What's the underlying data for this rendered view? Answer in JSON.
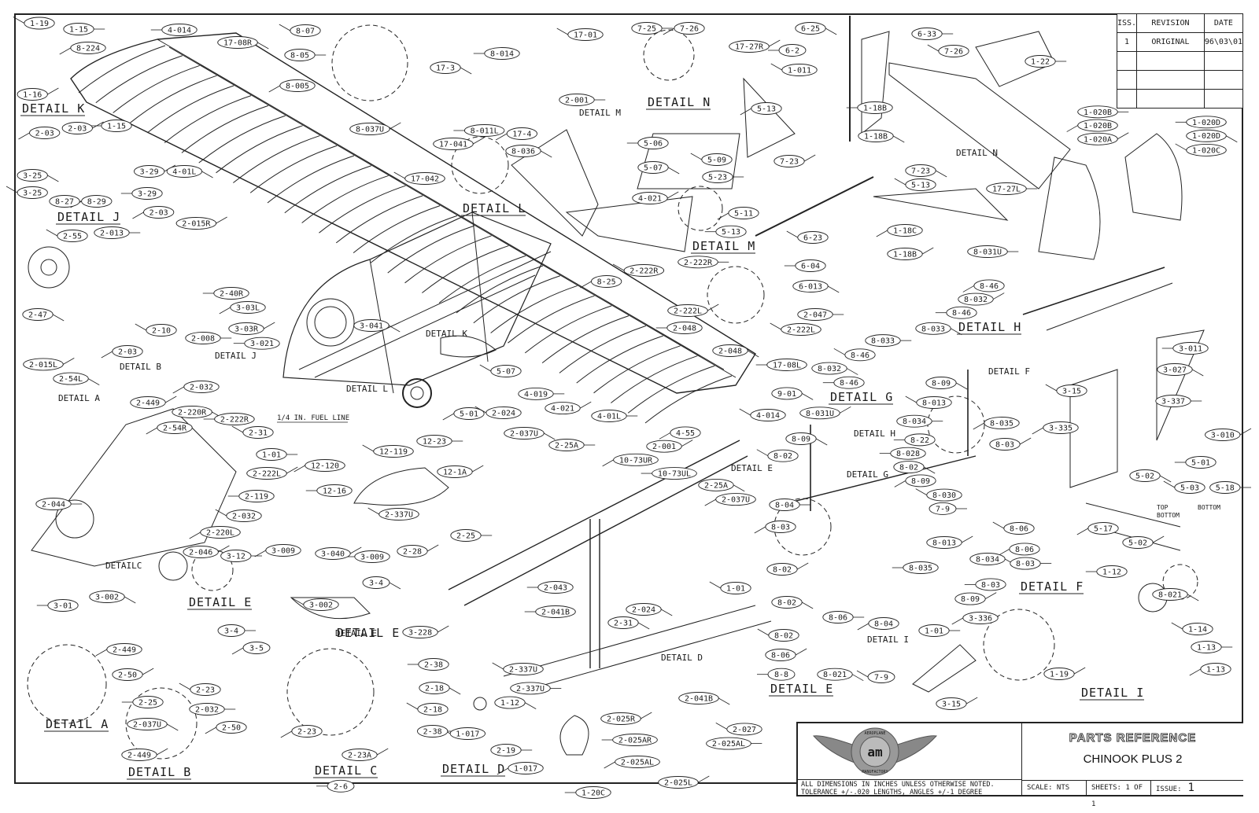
{
  "revision_table": {
    "headers": [
      "ISS.",
      "REVISION",
      "DATE"
    ],
    "rows": [
      [
        "1",
        "ORIGINAL",
        "96\\03\\01"
      ],
      [
        "",
        "",
        ""
      ],
      [
        "",
        "",
        ""
      ],
      [
        "",
        "",
        ""
      ]
    ]
  },
  "title_block": {
    "logo_text": [
      "AEROPLANE",
      "am",
      "MANUFACTORY"
    ],
    "title": "PARTS REFERENCE",
    "subtitle": "CHINOOK PLUS 2",
    "note_line1": "ALL DIMENSIONS IN INCHES UNLESS OTHERWISE NOTED.",
    "note_line2": "TOLERANCE +/-.020 LENGTHS, ANGLES +/-1 DEGREE",
    "scale": "SCALE: NTS",
    "sheets": "SHEETS: 1 OF 1",
    "issue_label": "ISSUE:",
    "issue_value": "1"
  },
  "detail_labels": [
    "DETAIL K",
    "DETAIL J",
    "DETAIL L",
    "DETAIL N",
    "DETAIL M",
    "DETAIL H",
    "DETAIL G",
    "DETAIL E",
    "DETAIL A",
    "DETAIL B",
    "DETAIL C",
    "DETAIL D",
    "DETAIL E",
    "DETAIL F",
    "DETAIL I",
    "DETAIL E"
  ],
  "pointer_labels": [
    "DETAIL M",
    "DETAIL N",
    "DETAIL K",
    "DETAIL J",
    "DETAIL L",
    "DETAIL B",
    "DETAIL A",
    "DETAILC",
    "DETAIL E",
    "DETAIL D",
    "DETAIL E",
    "DETAIL G",
    "DETAIL H",
    "DETAIL F",
    "DETAIL I",
    "DETAIL L"
  ],
  "notes": {
    "fuel_line": "1/4 IN. FUEL LINE",
    "top": "TOP",
    "bottom_a": "BOTTOM",
    "bottom_b": "BOTTOM"
  },
  "callouts": [
    "1-19",
    "1-15",
    "8-224",
    "1-16",
    "4-014",
    "17-08R",
    "8-07",
    "8-05",
    "8-005",
    "8-037U",
    "8-014",
    "17-3",
    "17-01",
    "2-001",
    "17-4",
    "17-041",
    "8-011L",
    "8-036",
    "17-042",
    "7-25",
    "7-26",
    "17-27R",
    "6-2",
    "6-25",
    "1-011",
    "6-33",
    "5-13",
    "7-23",
    "1-18B",
    "1-18B",
    "7-26",
    "1-22",
    "2-03",
    "2-03",
    "1-15",
    "3-25",
    "3-25",
    "8-27",
    "8-29",
    "3-29",
    "3-29",
    "4-01L",
    "2-55",
    "2-013",
    "2-03",
    "2-015R",
    "2-40R",
    "2-47",
    "2-10",
    "2-008",
    "2-03",
    "2-015L",
    "5-06",
    "5-07",
    "5-09",
    "5-23",
    "5-11",
    "4-021",
    "5-13",
    "7-23",
    "5-13",
    "17-27L",
    "1-18C",
    "1-18B",
    "6-04",
    "6-013",
    "6-23",
    "1-020B",
    "1-020B",
    "1-020A",
    "1-020D",
    "1-020D",
    "1-020C",
    "8-031U",
    "8-46",
    "8-032",
    "8-46",
    "8-033",
    "2-222R",
    "2-222R",
    "8-25",
    "2-222L",
    "2-048",
    "2-048",
    "2-222L",
    "2-047",
    "3-03L",
    "3-03R",
    "3-021",
    "3-041",
    "5-07",
    "4-019",
    "5-01",
    "4-021",
    "17-08L",
    "9-01",
    "4-014",
    "4-01L",
    "4-55",
    "8-031U",
    "8-46",
    "8-032",
    "8-46",
    "8-033",
    "2-032",
    "2-449",
    "2-222R",
    "2-220R",
    "2-31",
    "1-01",
    "2-54R",
    "2-222L",
    "2-119",
    "2-54L",
    "2-032",
    "2-044",
    "2-220L",
    "2-046",
    "3-01",
    "3-002",
    "12-119",
    "12-23",
    "12-120",
    "12-1A",
    "12-16",
    "2-037U",
    "2-024",
    "2-25A",
    "10-73UR",
    "2-001",
    "10-73UL",
    "2-25A",
    "2-337U",
    "2-25",
    "2-037U",
    "2-28",
    "2-043",
    "2-024",
    "1-01",
    "3-12",
    "3-009",
    "3-040",
    "3-009",
    "3-4",
    "3-002",
    "3-4",
    "3-5",
    "3-228",
    "2-041B",
    "2-31",
    "2-337U",
    "2-337U",
    "2-449",
    "2-50",
    "2-25",
    "2-037U",
    "2-23",
    "2-032",
    "2-50",
    "2-449",
    "2-38",
    "2-18",
    "2-18",
    "2-38",
    "2-23",
    "2-23A",
    "2-6",
    "1-12",
    "1-017",
    "2-19",
    "1-017",
    "2-025R",
    "2-025AR",
    "2-041B",
    "2-027",
    "2-025AL",
    "2-025AL",
    "2-025L",
    "1-20C",
    "8-09",
    "8-013",
    "8-034",
    "8-035",
    "8-03",
    "8-028",
    "8-09",
    "8-02",
    "8-04",
    "8-03",
    "8-02",
    "8-22",
    "8-02",
    "8-030",
    "7-9",
    "8-09",
    "8-013",
    "8-035",
    "8-034",
    "8-06",
    "8-03",
    "8-06",
    "8-09",
    "8-03",
    "8-02",
    "8-02",
    "8-06",
    "8-04",
    "8-06",
    "8-8",
    "8-021",
    "7-9",
    "1-01",
    "3-336",
    "3-15",
    "3-011",
    "3-027",
    "3-15",
    "3-337",
    "3-335",
    "3-010",
    "5-01",
    "5-02",
    "5-03",
    "5-18",
    "5-17",
    "5-02",
    "1-12",
    "8-021",
    "1-14",
    "1-13",
    "1-13",
    "1-19"
  ]
}
